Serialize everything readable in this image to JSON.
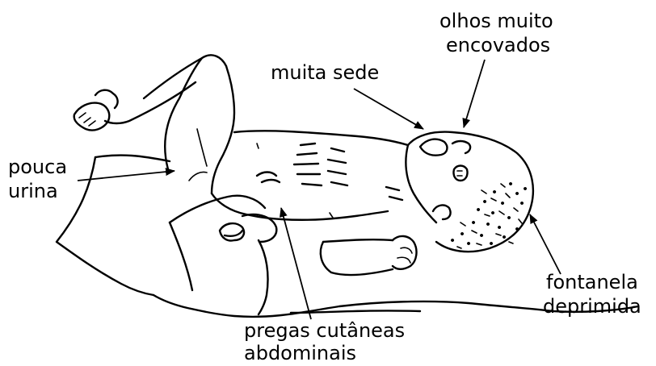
{
  "labels": {
    "sede": "muita sede",
    "olhos_1": "olhos muito",
    "olhos_2": "encovados",
    "urina_1": "pouca",
    "urina_2": "urina",
    "pregas_1": "pregas cutâneas",
    "pregas_2": "abdominais",
    "fontanela_1": "fontanela",
    "fontanela_2": "deprimida"
  }
}
